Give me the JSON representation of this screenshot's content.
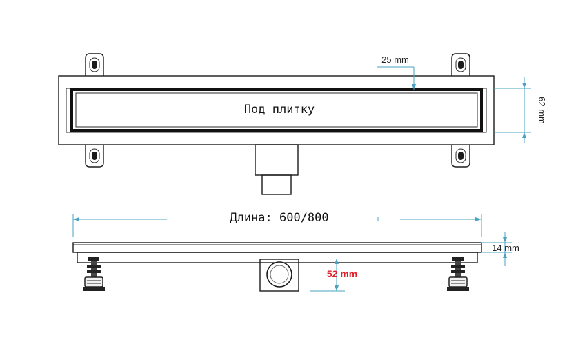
{
  "top_view": {
    "cover_label": "Под плитку",
    "dim_grate_gap": "25 mm",
    "dim_channel_width": "62 mm"
  },
  "side_view": {
    "length_label": "Длина: 600/800",
    "dim_profile_height": "14 mm",
    "dim_outlet_height": "52 mm"
  },
  "colors": {
    "outline": "#1b1b1b",
    "dimension_line": "#4aa3c0",
    "highlight_dimension": "#e0202a"
  },
  "icons": [
    "mounting-bracket-icon",
    "adjustable-foot-icon",
    "drain-outlet-icon"
  ]
}
